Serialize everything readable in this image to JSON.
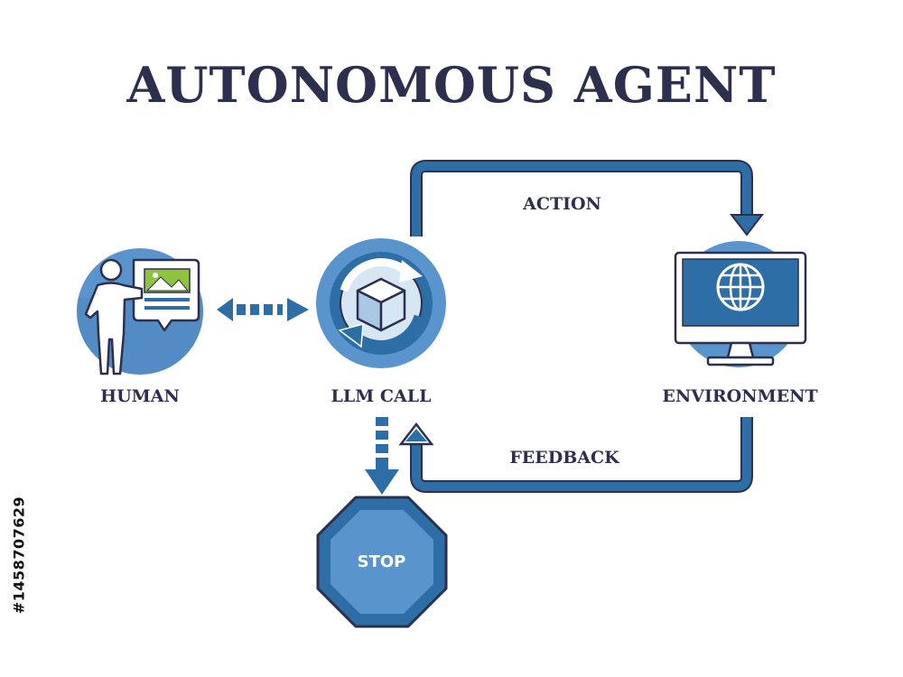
{
  "title": "AUTONOMOUS AGENT",
  "nodes": {
    "human": {
      "label": "HUMAN",
      "icon": "person-presenting-icon"
    },
    "llm_call": {
      "label": "LLM CALL",
      "icon": "cube-cycle-icon"
    },
    "environment": {
      "label": "ENVIRONMENT",
      "icon": "monitor-globe-icon"
    },
    "stop": {
      "label": "STOP",
      "icon": "stop-sign-icon"
    }
  },
  "edges": {
    "action": {
      "label": "ACTION"
    },
    "feedback": {
      "label": "FEEDBACK"
    }
  },
  "stock_id": "#1458707629",
  "colors": {
    "primary_blue": "#2e6ea7",
    "light_blue": "#5a94cd",
    "pale_blue": "#d6e6f3",
    "dark_navy": "#2d2f4e",
    "green": "#8fc33f"
  }
}
